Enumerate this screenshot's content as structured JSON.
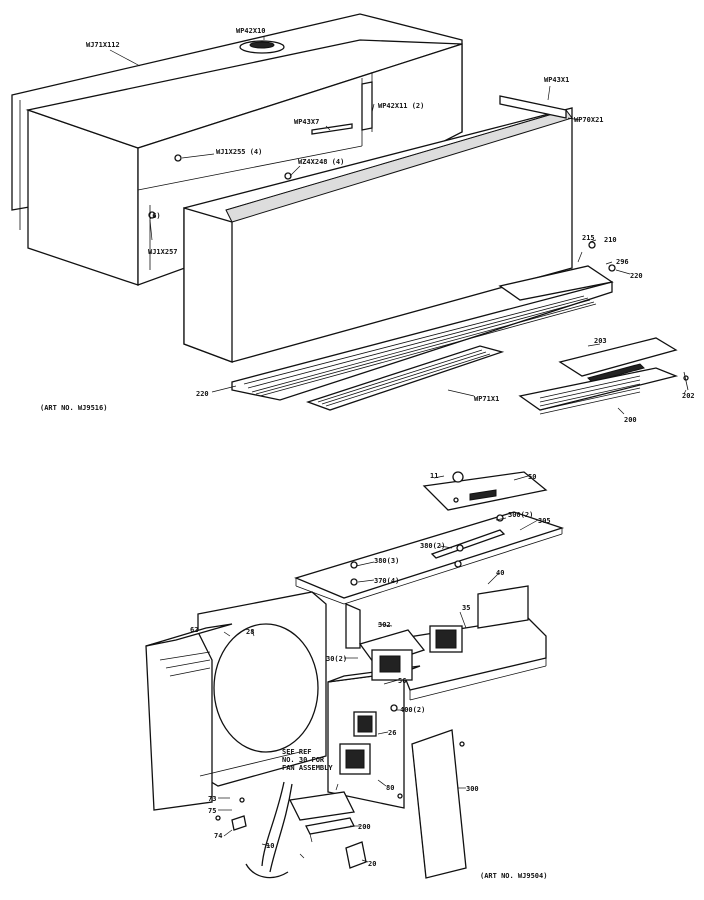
{
  "art_numbers": {
    "top": "(ART NO. WJ9516)",
    "bottom": "(ART NO. WJ9504)"
  },
  "top_labels": {
    "wj71x112": "WJ71X112",
    "wp42x10": "WP42X10",
    "wp43x1": "WP43X1",
    "wp42x11": "WP42X11 (2)",
    "wp70x21": "WP70X21",
    "wp43x7": "WP43X7",
    "wj1x255": "WJ1X255 (4)",
    "wz4x248": "WZ4X248 (4)",
    "wj1x257": "WJ1X257",
    "n6": "(6)",
    "n215": "215",
    "n210": "210",
    "n296": "296",
    "n220": "220",
    "n220b": "220",
    "wp71x1": "WP71X1",
    "n203": "203",
    "n200": "200",
    "n202": "202"
  },
  "bottom_labels": {
    "n11": "11",
    "n50": "50",
    "n300_2": "300(2)",
    "n305": "305",
    "n380_2": "380(2)",
    "n380_3": "380(3)",
    "n370_4": "370(4)",
    "n40": "40",
    "n35": "35",
    "n302": "302",
    "n30_2": "30(2)",
    "n56": "56",
    "n400_2": "400(2)",
    "n26": "26",
    "n80": "80",
    "see_ref_1": "SEE REF",
    "see_ref_2": "NO. 30 FOR",
    "see_ref_3": "FAN ASSEMBLY",
    "n300": "300",
    "n200": "200",
    "n73": "73",
    "n75": "75",
    "n74": "74",
    "n20": "20",
    "n62": "62",
    "n28": "28",
    "n10": "10"
  }
}
